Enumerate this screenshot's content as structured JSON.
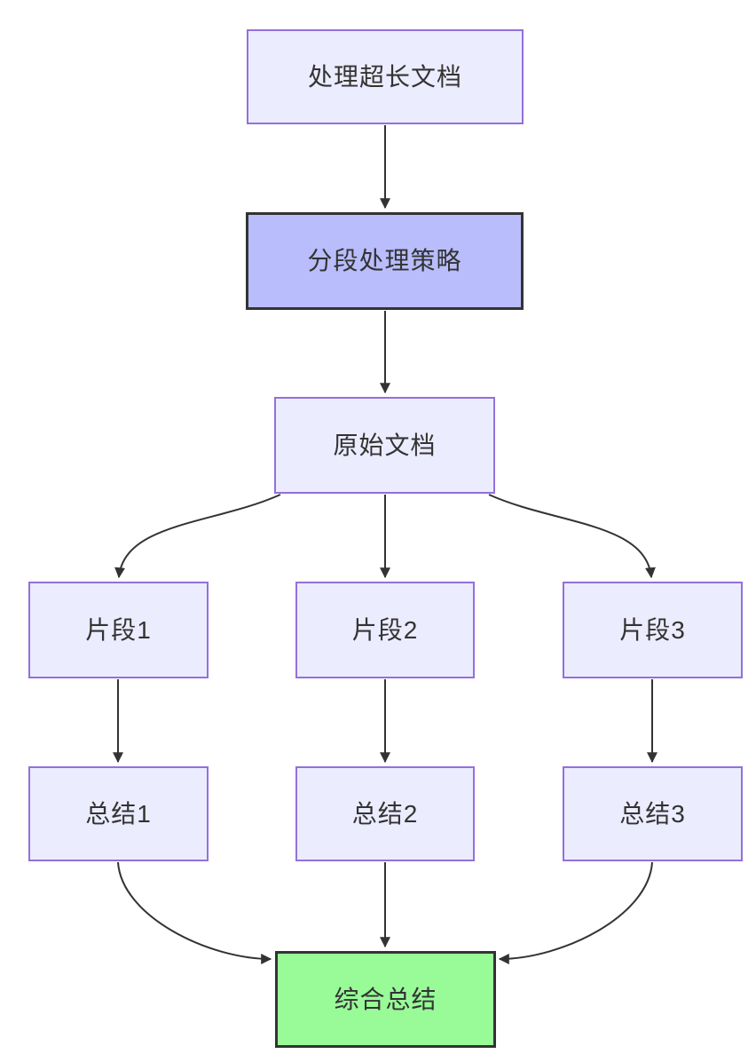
{
  "diagram": {
    "type": "flowchart",
    "direction": "top-down",
    "background": "#ffffff",
    "edge_color": "#333333",
    "text_color": "#333333",
    "nodes": {
      "start": {
        "label": "处理超长文档",
        "fill": "#ECECFF",
        "border": "#9370DB",
        "border_width": "2px"
      },
      "strategy": {
        "label": "分段处理策略",
        "fill": "#B9BDFB",
        "border": "#333333",
        "border_width": "3px"
      },
      "doc": {
        "label": "原始文档",
        "fill": "#ECECFF",
        "border": "#9370DB",
        "border_width": "2px"
      },
      "frag1": {
        "label": "片段1",
        "fill": "#ECECFF",
        "border": "#9370DB",
        "border_width": "2px"
      },
      "frag2": {
        "label": "片段2",
        "fill": "#ECECFF",
        "border": "#9370DB",
        "border_width": "2px"
      },
      "frag3": {
        "label": "片段3",
        "fill": "#ECECFF",
        "border": "#9370DB",
        "border_width": "2px"
      },
      "sum1": {
        "label": "总结1",
        "fill": "#ECECFF",
        "border": "#9370DB",
        "border_width": "2px"
      },
      "sum2": {
        "label": "总结2",
        "fill": "#ECECFF",
        "border": "#9370DB",
        "border_width": "2px"
      },
      "sum3": {
        "label": "总结3",
        "fill": "#ECECFF",
        "border": "#9370DB",
        "border_width": "2px"
      },
      "final": {
        "label": "综合总结",
        "fill": "#98FB98",
        "border": "#333333",
        "border_width": "3px"
      }
    },
    "edges": [
      {
        "from": "start",
        "to": "strategy"
      },
      {
        "from": "strategy",
        "to": "doc"
      },
      {
        "from": "doc",
        "to": "frag1"
      },
      {
        "from": "doc",
        "to": "frag2"
      },
      {
        "from": "doc",
        "to": "frag3"
      },
      {
        "from": "frag1",
        "to": "sum1"
      },
      {
        "from": "frag2",
        "to": "sum2"
      },
      {
        "from": "frag3",
        "to": "sum3"
      },
      {
        "from": "sum1",
        "to": "final"
      },
      {
        "from": "sum2",
        "to": "final"
      },
      {
        "from": "sum3",
        "to": "final"
      }
    ]
  }
}
